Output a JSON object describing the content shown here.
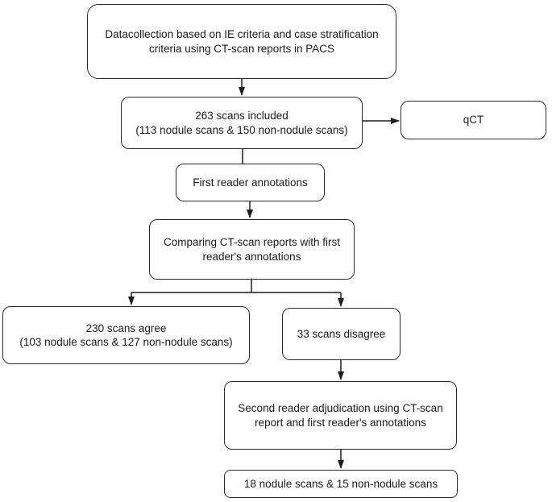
{
  "flowchart": {
    "border_color": "#2b2b2b",
    "line_color": "#1d1d1d",
    "text_color": "#1a1a1a",
    "background_color": "#ffffff",
    "nodes": {
      "data_collection": "Datacollection based on IE criteria and case stratification\ncriteria using CT-scan reports in PACS",
      "scans_included": "263 scans included\n(113 nodule scans & 150 non-nodule scans)",
      "qct": "qCT",
      "first_reader": "First reader annotations",
      "comparing": "Comparing CT-scan reports with first\nreader's annotations",
      "agree": "230 scans agree\n(103 nodule scans & 127 non-nodule scans)",
      "disagree": "33 scans disagree",
      "second_reader": "Second reader adjudication using CT-scan\nreport and first reader's annotations",
      "final": "18 nodule scans & 15 non-nodule scans"
    }
  }
}
